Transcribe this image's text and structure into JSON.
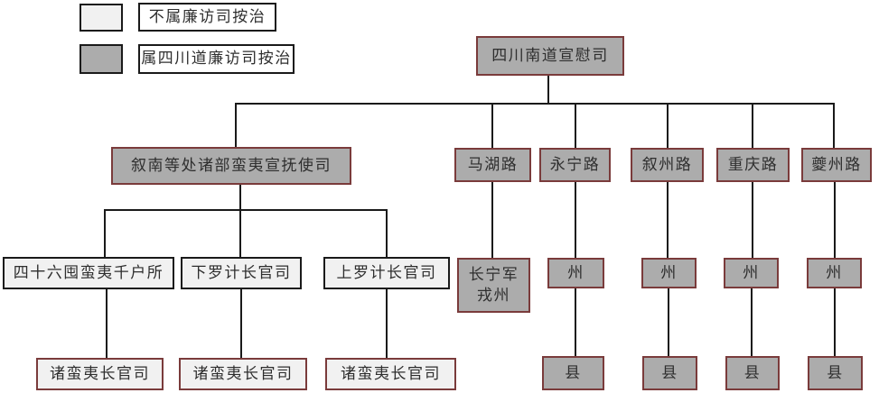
{
  "legend": {
    "items": [
      {
        "label": "不属廉访司按治",
        "swatch": "light"
      },
      {
        "label": "属四川道廉访司按治",
        "swatch": "dark"
      }
    ]
  },
  "colors": {
    "dark_fill": "#ACACAC",
    "light_fill": "#F1F1F1",
    "maroon_border": "#7A3B3B",
    "black_border": "#1A1A1A",
    "connector": "#1A1A1A",
    "text": "#2E2E2E",
    "background": "#FFFFFF"
  },
  "diagram": {
    "nodes": {
      "root": "四川南道宣慰司",
      "xuanfusi": "叙南等处诸部蛮夷宣抚使司",
      "mahu_lu": "马湖路",
      "yongning_lu": "永宁路",
      "xuzhou_lu": "叙州路",
      "chongqing_lu": "重庆路",
      "kuizhou_lu": "夔州路",
      "tun46": "四十六囤蛮夷千户所",
      "xialuoji": "下罗计长官司",
      "shangluoji": "上罗计长官司",
      "changningjun_line1": "长宁军",
      "changningjun_line2": "戎州",
      "zhou": "州",
      "xian": "县",
      "zhumanyi": "诸蛮夷长官司"
    },
    "hierarchy": [
      {
        "parent": "四川南道宣慰司",
        "children": [
          "叙南等处诸部蛮夷宣抚使司",
          "马湖路",
          "永宁路",
          "叙州路",
          "重庆路",
          "夔州路"
        ]
      },
      {
        "parent": "叙南等处诸部蛮夷宣抚使司",
        "children": [
          "四十六囤蛮夷千户所",
          "下罗计长官司",
          "上罗计长官司"
        ]
      },
      {
        "parent": "四十六囤蛮夷千户所",
        "children": [
          "诸蛮夷长官司"
        ]
      },
      {
        "parent": "下罗计长官司",
        "children": [
          "诸蛮夷长官司"
        ]
      },
      {
        "parent": "上罗计长官司",
        "children": [
          "诸蛮夷长官司"
        ]
      },
      {
        "parent": "马湖路",
        "children": [
          "长宁军戎州"
        ]
      },
      {
        "parent": "永宁路",
        "children": [
          "州"
        ]
      },
      {
        "parent": "叙州路",
        "children": [
          "州"
        ]
      },
      {
        "parent": "重庆路",
        "children": [
          "州"
        ]
      },
      {
        "parent": "夔州路",
        "children": [
          "州"
        ]
      },
      {
        "parent": "州",
        "children": [
          "县"
        ]
      }
    ]
  }
}
